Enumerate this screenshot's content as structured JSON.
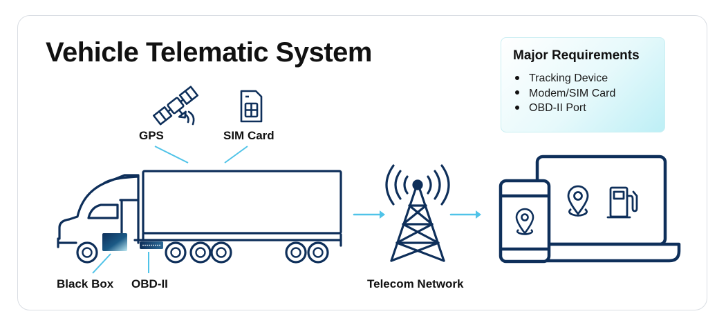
{
  "title": "Vehicle Telematic System",
  "requirements": {
    "title": "Major Requirements",
    "items": [
      "Tracking Device",
      "Modem/SIM Card",
      "OBD-II Port"
    ]
  },
  "labels": {
    "gps": "GPS",
    "sim_card": "SIM Card",
    "black_box": "Black Box",
    "obd": "OBD-II",
    "telecom": "Telecom Network"
  },
  "colors": {
    "navy": "#0e2f5a",
    "accent": "#4fc3e8",
    "text": "#111111"
  },
  "icons": [
    "satellite-icon",
    "sim-card-icon",
    "truck-icon",
    "cell-tower-icon",
    "smartphone-icon",
    "laptop-icon",
    "location-pin-icon",
    "fuel-pump-icon"
  ]
}
